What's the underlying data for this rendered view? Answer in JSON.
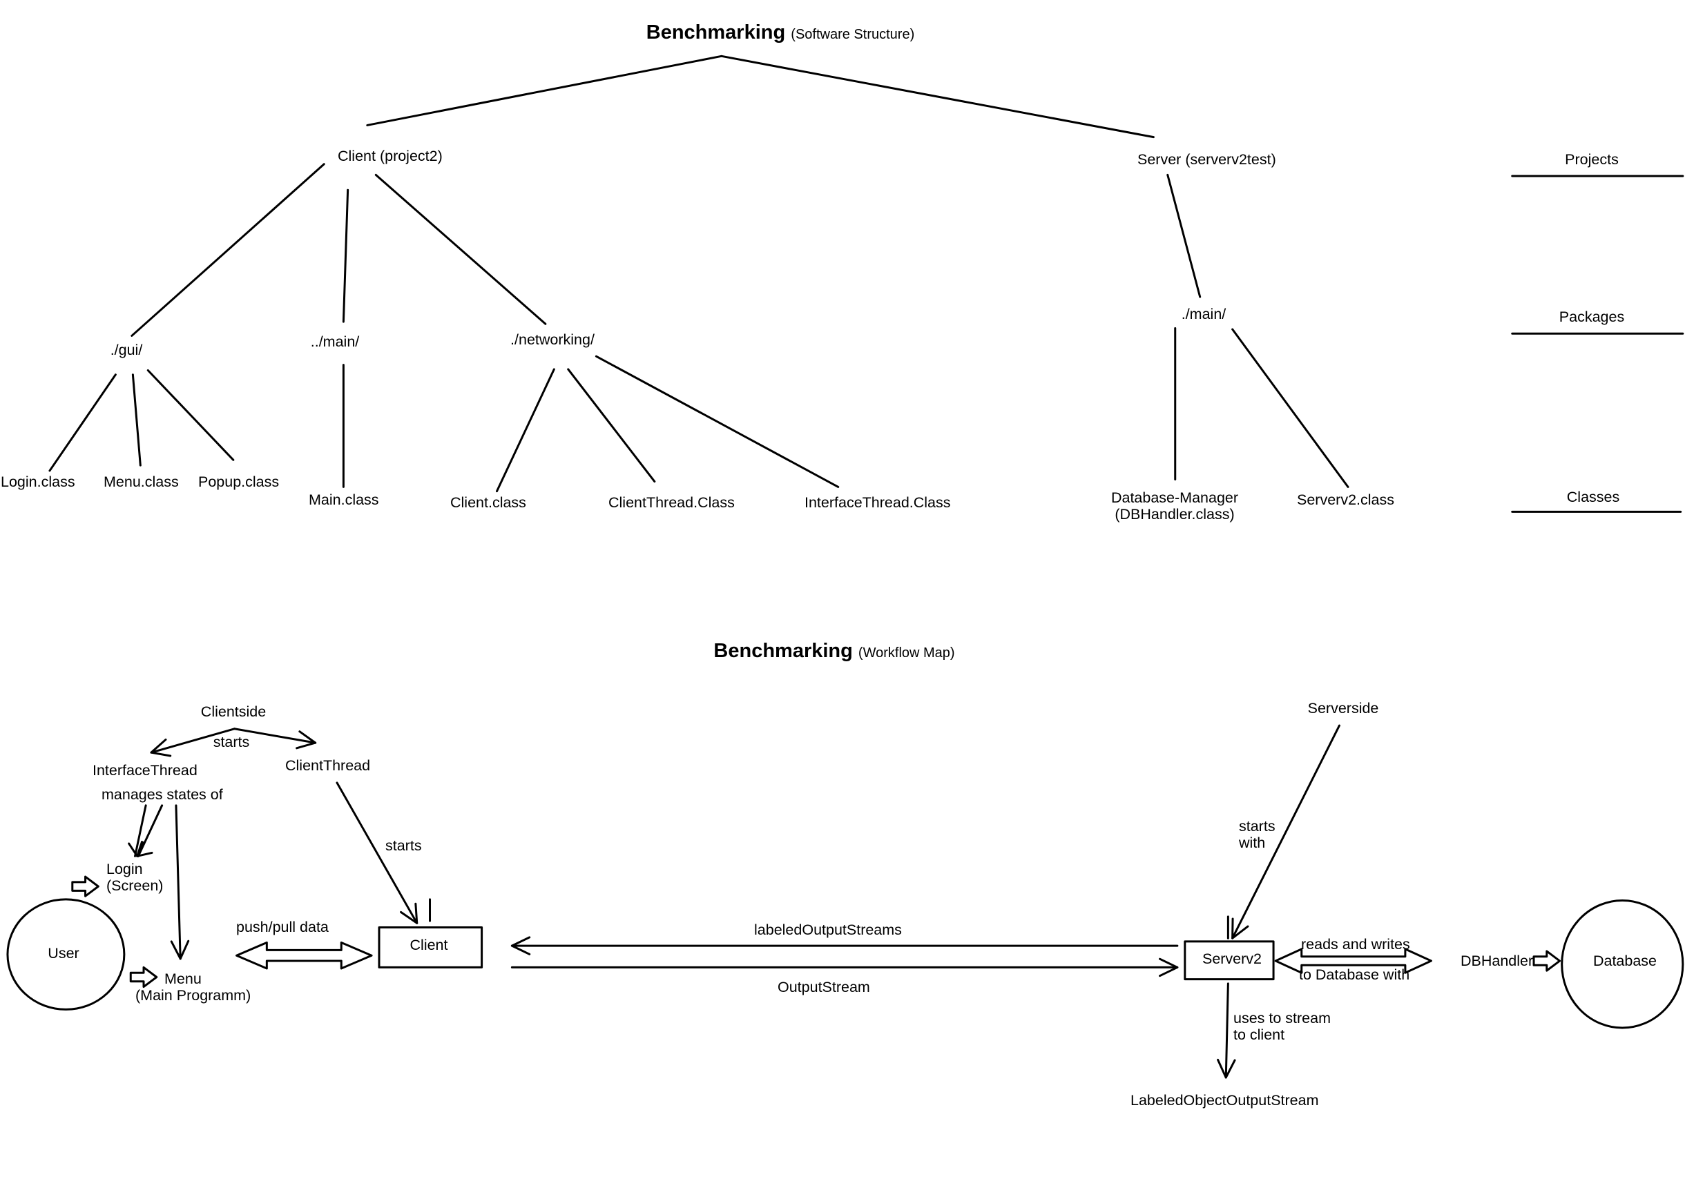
{
  "structure": {
    "title": "Benchmarking",
    "subtitle": "(Software Structure)",
    "client": {
      "name": "Client",
      "project": "(project2)"
    },
    "server": {
      "name": "Server",
      "project": "(serverv2test)"
    },
    "packages": {
      "gui": "./gui/",
      "client_main": "../main/",
      "networking": "./networking/",
      "server_main": "./main/"
    },
    "classes": {
      "login": "Login.class",
      "menu": "Menu.class",
      "popup": "Popup.class",
      "main": "Main.class",
      "client": "Client.class",
      "client_thread": "ClientThread.Class",
      "interface_thread": "InterfaceThread.Class",
      "db_manager_line1": "Database-Manager",
      "db_manager_line2": "(DBHandler.class)",
      "serverv2": "Serverv2.class"
    },
    "legend": {
      "projects": "Projects",
      "packages": "Packages",
      "classes": "Classes"
    }
  },
  "workflow": {
    "title": "Benchmarking",
    "subtitle": "(Workflow Map)",
    "clientside": "Clientside",
    "starts": "starts",
    "interface_thread": "InterfaceThread",
    "client_thread": "ClientThread",
    "manages_states_of": "manages states of",
    "starts_client": "starts",
    "login_line1": "Login",
    "login_line2": "(Screen)",
    "menu_line1": "Menu",
    "menu_line2": "(Main Programm)",
    "user": "User",
    "push_pull": "push/pull data",
    "client_box": "Client",
    "labeled_output_streams": "labeledOutputStreams",
    "output_stream": "OutputStream",
    "serverside": "Serverside",
    "starts_with_line1": "starts",
    "starts_with_line2": "with",
    "serverv2_box": "Serverv2",
    "reads_writes": "reads and writes",
    "to_database_with": "to Database with",
    "dbhandler": "DBHandler",
    "database": "Database",
    "uses_to_stream_line1": "uses to stream",
    "uses_to_stream_line2": "to client",
    "labeled_object_output_stream": "LabeledObjectOutputStream"
  }
}
